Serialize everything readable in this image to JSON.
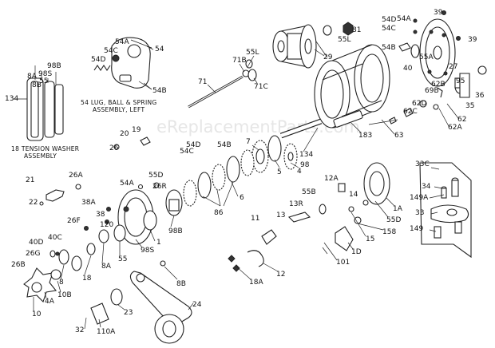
{
  "watermark": "eReplacementParts.com",
  "captions": {
    "tension_washer": [
      "18 TENSION WASHER",
      "ASSEMBLY"
    ],
    "lug_ball_spring": [
      "54 LUG, BALL & SPRING",
      "ASSEMBLY, LEFT"
    ]
  },
  "parts": [
    {
      "id": "l-39a",
      "text": "39"
    },
    {
      "id": "l-54a-tr",
      "text": "54A"
    },
    {
      "id": "l-54d-tr",
      "text": "54D"
    },
    {
      "id": "l-54c-tr",
      "text": "54C"
    },
    {
      "id": "l-81",
      "text": "81"
    },
    {
      "id": "l-39b",
      "text": "39"
    },
    {
      "id": "l-55l",
      "text": "55L"
    },
    {
      "id": "l-54b-tr",
      "text": "54B"
    },
    {
      "id": "l-55a",
      "text": "55A"
    },
    {
      "id": "l-40-tr",
      "text": "40"
    },
    {
      "id": "l-27",
      "text": "27"
    },
    {
      "id": "l-95",
      "text": "95"
    },
    {
      "id": "l-69b",
      "text": "69B"
    },
    {
      "id": "l-62b",
      "text": "62B"
    },
    {
      "id": "l-36",
      "text": "36"
    },
    {
      "id": "l-35",
      "text": "35"
    },
    {
      "id": "l-62d",
      "text": "62D"
    },
    {
      "id": "l-62c",
      "text": "62C"
    },
    {
      "id": "l-62",
      "text": "62"
    },
    {
      "id": "l-62a",
      "text": "62A"
    },
    {
      "id": "l-63",
      "text": "63"
    },
    {
      "id": "l-183",
      "text": "183"
    },
    {
      "id": "l-29",
      "text": "29"
    },
    {
      "id": "l-55l-b",
      "text": "55L"
    },
    {
      "id": "l-71b",
      "text": "71B"
    },
    {
      "id": "l-71c",
      "text": "71C"
    },
    {
      "id": "l-71",
      "text": "71"
    },
    {
      "id": "l-54-ins",
      "text": "54"
    },
    {
      "id": "l-54a-ins",
      "text": "54A"
    },
    {
      "id": "l-54c-ins",
      "text": "54C"
    },
    {
      "id": "l-54d-ins",
      "text": "54D"
    },
    {
      "id": "l-54b-ins",
      "text": "54B"
    },
    {
      "id": "l-8a-ins",
      "text": "8A"
    },
    {
      "id": "l-8b-ins",
      "text": "8B"
    },
    {
      "id": "l-98b-ins",
      "text": "98B"
    },
    {
      "id": "l-98s-ins",
      "text": "98S"
    },
    {
      "id": "l-55-ins",
      "text": "55"
    },
    {
      "id": "l-134-ins",
      "text": "134"
    },
    {
      "id": "l-19",
      "text": "19"
    },
    {
      "id": "l-20",
      "text": "20"
    },
    {
      "id": "l-26",
      "text": "26"
    },
    {
      "id": "l-54d-m",
      "text": "54D"
    },
    {
      "id": "l-54b-m",
      "text": "54B"
    },
    {
      "id": "l-54c-m",
      "text": "54C"
    },
    {
      "id": "l-7",
      "text": "7"
    },
    {
      "id": "l-5",
      "text": "5"
    },
    {
      "id": "l-4",
      "text": "4"
    },
    {
      "id": "l-98",
      "text": "98"
    },
    {
      "id": "l-134",
      "text": "134"
    },
    {
      "id": "l-21",
      "text": "21"
    },
    {
      "id": "l-26a",
      "text": "26A"
    },
    {
      "id": "l-22",
      "text": "22"
    },
    {
      "id": "l-55d-m",
      "text": "55D"
    },
    {
      "id": "l-26r",
      "text": "26R"
    },
    {
      "id": "l-54a-m",
      "text": "54A"
    },
    {
      "id": "l-6",
      "text": "6"
    },
    {
      "id": "l-86",
      "text": "86"
    },
    {
      "id": "l-98b",
      "text": "98B"
    },
    {
      "id": "l-38a",
      "text": "38A"
    },
    {
      "id": "l-38",
      "text": "38"
    },
    {
      "id": "l-26f",
      "text": "26F"
    },
    {
      "id": "l-120",
      "text": "120"
    },
    {
      "id": "l-40c",
      "text": "40C"
    },
    {
      "id": "l-40d",
      "text": "40D"
    },
    {
      "id": "l-26g",
      "text": "26G"
    },
    {
      "id": "l-26b",
      "text": "26B"
    },
    {
      "id": "l-98s",
      "text": "98S"
    },
    {
      "id": "l-1",
      "text": "1"
    },
    {
      "id": "l-55",
      "text": "55"
    },
    {
      "id": "l-8a",
      "text": "8A"
    },
    {
      "id": "l-18",
      "text": "18"
    },
    {
      "id": "l-8",
      "text": "8"
    },
    {
      "id": "l-10b",
      "text": "10B"
    },
    {
      "id": "l-4a",
      "text": "4A"
    },
    {
      "id": "l-10",
      "text": "10"
    },
    {
      "id": "l-8b",
      "text": "8B"
    },
    {
      "id": "l-23",
      "text": "23"
    },
    {
      "id": "l-24",
      "text": "24"
    },
    {
      "id": "l-110a",
      "text": "110A"
    },
    {
      "id": "l-32",
      "text": "32"
    },
    {
      "id": "l-12a",
      "text": "12A"
    },
    {
      "id": "l-55b",
      "text": "55B"
    },
    {
      "id": "l-13r",
      "text": "13R"
    },
    {
      "id": "l-13",
      "text": "13"
    },
    {
      "id": "l-11",
      "text": "11"
    },
    {
      "id": "l-12",
      "text": "12"
    },
    {
      "id": "l-18a",
      "text": "18A"
    },
    {
      "id": "l-14",
      "text": "14"
    },
    {
      "id": "l-1a",
      "text": "1A"
    },
    {
      "id": "l-55d-r",
      "text": "55D"
    },
    {
      "id": "l-158",
      "text": "158"
    },
    {
      "id": "l-15",
      "text": "15"
    },
    {
      "id": "l-1d",
      "text": "1D"
    },
    {
      "id": "l-101",
      "text": "101"
    },
    {
      "id": "l-33c",
      "text": "33C"
    },
    {
      "id": "l-34",
      "text": "34"
    },
    {
      "id": "l-149a",
      "text": "149A"
    },
    {
      "id": "l-33",
      "text": "33"
    },
    {
      "id": "l-149",
      "text": "149"
    }
  ]
}
